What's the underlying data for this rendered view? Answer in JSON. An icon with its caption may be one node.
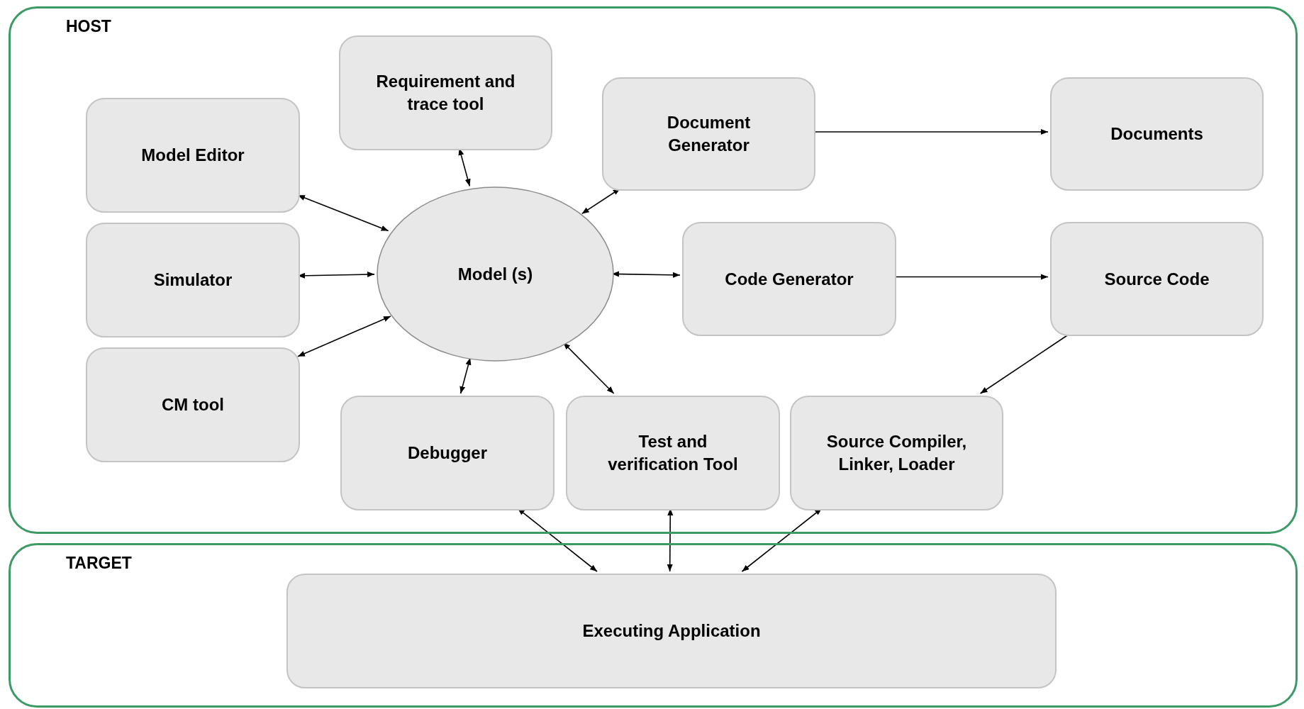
{
  "diagram": {
    "nodes": [
      {
        "text": [
          "HOST"
        ]
      },
      {
        "text": [
          "TARGET"
        ]
      },
      {
        "text": [
          "Requirement and trace tool"
        ],
        "in": 0
      },
      {
        "text": [
          "Model Editor"
        ],
        "in": 0
      },
      {
        "text": [
          "Document Generator"
        ],
        "in": 0
      },
      {
        "text": [
          "Documents"
        ],
        "in": 0
      },
      {
        "text": [
          "Simulator"
        ],
        "in": 0
      },
      {
        "text": [
          "Model (s)"
        ],
        "in": 0
      },
      {
        "text": [
          "Code Generator"
        ],
        "in": 0
      },
      {
        "text": [
          "Source Code"
        ],
        "in": 0
      },
      {
        "text": [
          "CM tool"
        ],
        "in": 0
      },
      {
        "text": [
          "Debugger"
        ],
        "in": 0
      },
      {
        "text": [
          "Test and verification Tool"
        ],
        "in": 0
      },
      {
        "text": [
          "Source Compiler, Linker, Loader"
        ],
        "in": 0
      },
      {
        "text": [
          "Executing Application"
        ],
        "in": 1
      }
    ],
    "edges": [
      {
        "from": 3,
        "to": 7,
        "arrow": "both"
      },
      {
        "from": 2,
        "to": 7,
        "arrow": "both"
      },
      {
        "from": 4,
        "to": 7,
        "arrow": "both"
      },
      {
        "from": 4,
        "to": 5,
        "arrow": "to"
      },
      {
        "from": 6,
        "to": 7,
        "arrow": "both"
      },
      {
        "from": 7,
        "to": 8,
        "arrow": "both"
      },
      {
        "from": 8,
        "to": 9,
        "arrow": "to"
      },
      {
        "from": 10,
        "to": 7,
        "arrow": "both"
      },
      {
        "from": 11,
        "to": 7,
        "arrow": "both"
      },
      {
        "from": 12,
        "to": 7,
        "arrow": "both"
      },
      {
        "from": 9,
        "to": 13,
        "arrow": "to"
      },
      {
        "from": 11,
        "to": 14,
        "arrow": "both"
      },
      {
        "from": 12,
        "to": 14,
        "arrow": "both"
      },
      {
        "from": 13,
        "to": 14,
        "arrow": "both"
      }
    ]
  }
}
